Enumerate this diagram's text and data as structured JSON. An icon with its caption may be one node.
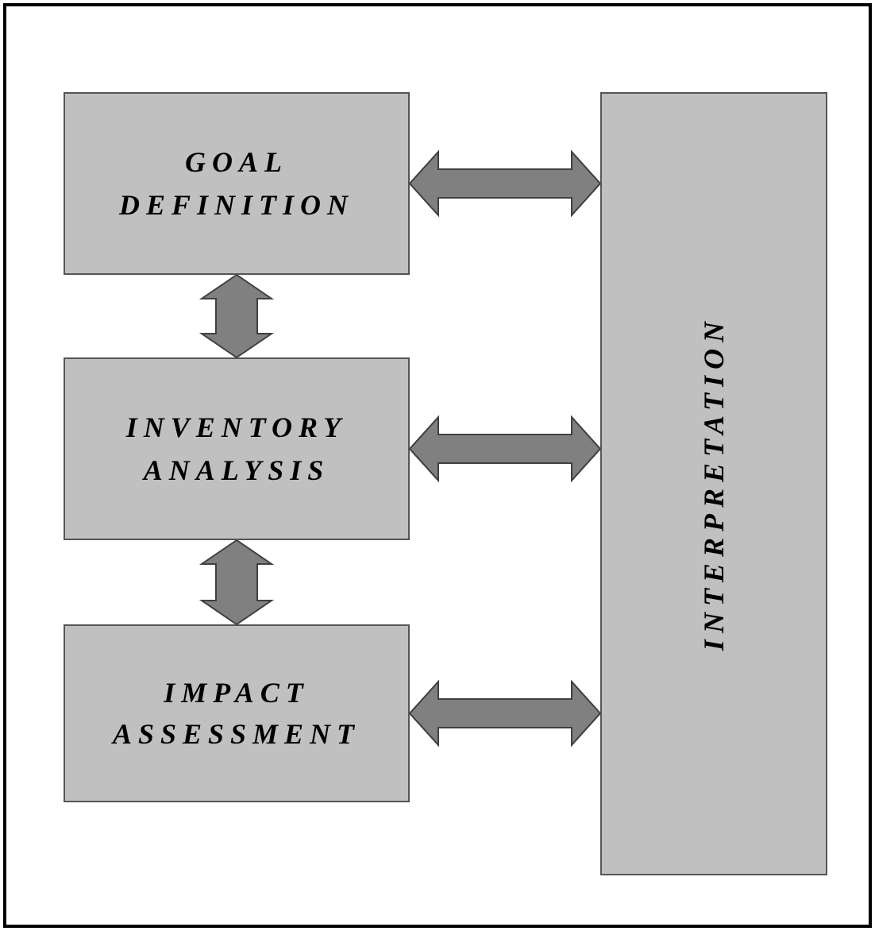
{
  "diagram": {
    "nodes": [
      {
        "text": [
          "GOAL DEFINITION"
        ]
      },
      {
        "text": [
          "INVENTORY ANALYSIS"
        ]
      },
      {
        "text": [
          "IMPACT ASSESSMENT"
        ]
      },
      {
        "text": [
          "INTERPRETATION"
        ]
      }
    ],
    "edges": [
      {
        "from": 0,
        "to": 1,
        "arrow": "both"
      },
      {
        "from": 1,
        "to": 2,
        "arrow": "both"
      },
      {
        "from": 0,
        "to": 3,
        "arrow": "both"
      },
      {
        "from": 1,
        "to": 3,
        "arrow": "both"
      },
      {
        "from": 2,
        "to": 3,
        "arrow": "both"
      }
    ]
  }
}
